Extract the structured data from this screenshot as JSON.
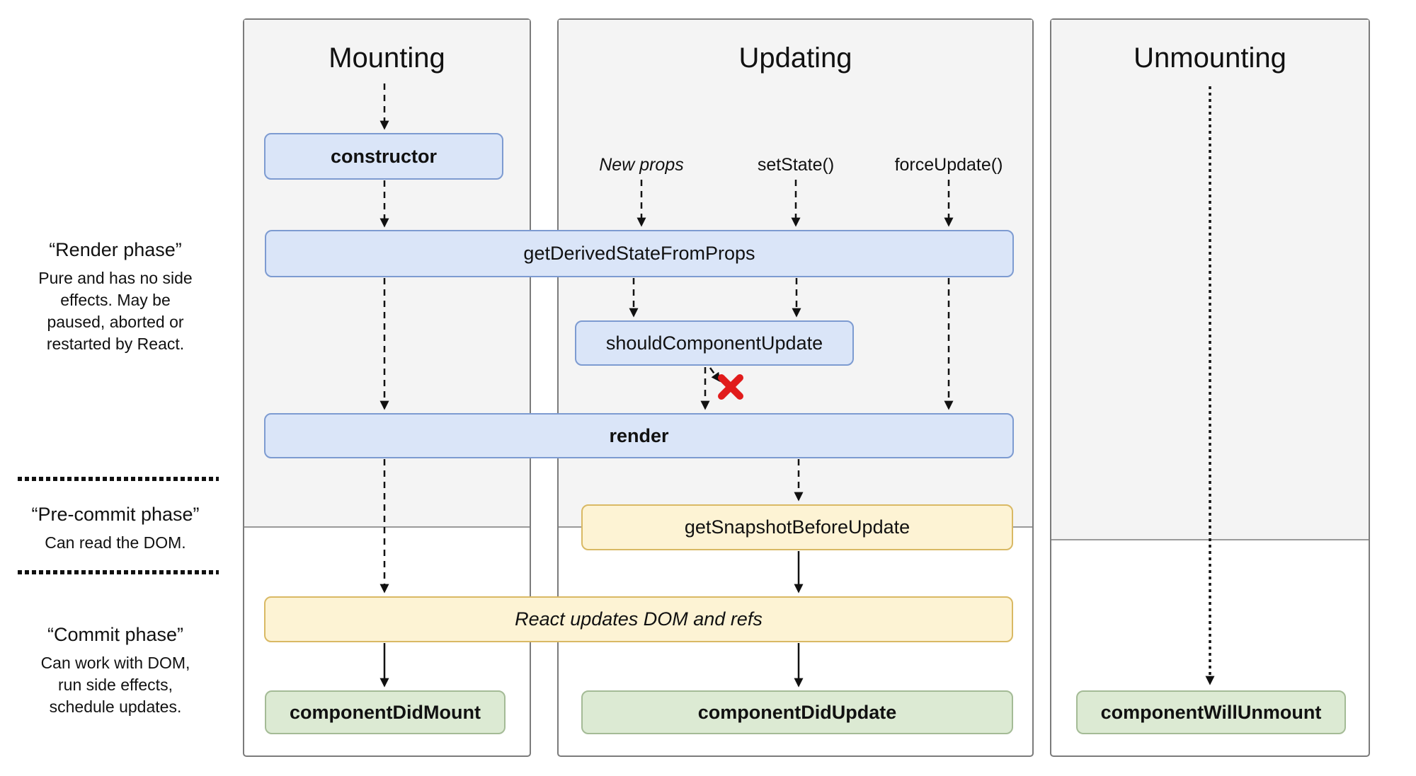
{
  "colors": {
    "page-bg": "#ffffff",
    "panel-bg": "#f4f4f4",
    "panel-border": "#7b7b7b",
    "panel-divider": "#9a9a9a",
    "blue-fill": "#dae5f8",
    "blue-border": "#7d9bd1",
    "yellow-fill": "#fdf3d4",
    "yellow-border": "#d9b964",
    "green-fill": "#dcead3",
    "green-border": "#a4bb96",
    "arrow": "#111111",
    "x-mark": "#e11b1b",
    "text": "#111111"
  },
  "columns": {
    "mounting": {
      "title": "Mounting"
    },
    "updating": {
      "title": "Updating",
      "triggers": {
        "new_props": "New props",
        "set_state": "setState()",
        "force_update": "forceUpdate()"
      }
    },
    "unmounting": {
      "title": "Unmounting"
    }
  },
  "phases": {
    "render": {
      "title": "“Render phase”",
      "description": "Pure and has no side\neffects. May be\npaused, aborted or\nrestarted by React."
    },
    "pre_commit": {
      "title": "“Pre-commit phase”",
      "description": "Can read the DOM."
    },
    "commit": {
      "title": "“Commit phase”",
      "description": "Can work with DOM,\nrun side effects,\nschedule updates."
    }
  },
  "boxes": {
    "constructor": "constructor",
    "get_derived_state_from_props": "getDerivedStateFromProps",
    "should_component_update": "shouldComponentUpdate",
    "render": "render",
    "get_snapshot_before_update": "getSnapshotBeforeUpdate",
    "react_updates_dom": "React updates DOM and refs",
    "component_did_mount": "componentDidMount",
    "component_did_update": "componentDidUpdate",
    "component_will_unmount": "componentWillUnmount"
  }
}
